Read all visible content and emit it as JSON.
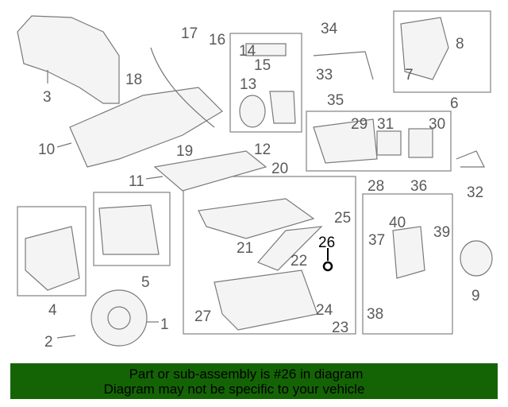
{
  "diagram": {
    "callouts": [
      "1",
      "2",
      "3",
      "4",
      "5",
      "6",
      "7",
      "8",
      "9",
      "10",
      "11",
      "12",
      "13",
      "14",
      "15",
      "16",
      "17",
      "18",
      "19",
      "20",
      "21",
      "22",
      "23",
      "24",
      "25",
      "26",
      "27",
      "28",
      "29",
      "30",
      "31",
      "32",
      "33",
      "34",
      "35",
      "36",
      "37",
      "38",
      "39",
      "40"
    ],
    "highlighted_callout": "26",
    "highlight_color": "#000000",
    "callout_color": "#5a5a5a"
  },
  "banner": {
    "line1": "Part or sub-assembly is #26 in diagram",
    "line2": "Diagram may not be specific to your vehicle",
    "background": "#146405"
  }
}
